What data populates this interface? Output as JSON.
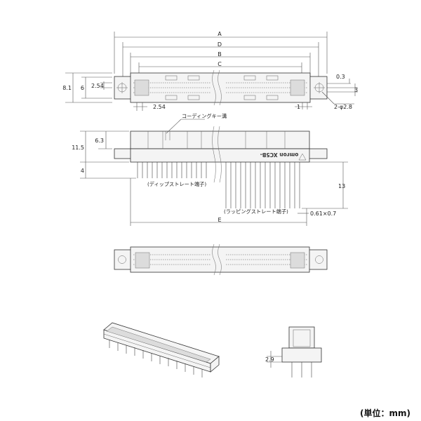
{
  "dims": {
    "A": "A",
    "D": "D",
    "B": "B",
    "C": "C",
    "E": "E",
    "d8_1": "8.1",
    "d6": "6",
    "d2_54_left": "2.54",
    "d2_54_bottom": "2.54",
    "d0_3": "0.3",
    "d3": "3",
    "d1": "1",
    "hole": "2-φ2.8",
    "d6_3": "6.3",
    "d11_5": "11.5",
    "d4": "4",
    "d13": "13",
    "pin_section": "0.61×0.7",
    "d2_9": "2.9"
  },
  "notes": {
    "coding_key": "コーディングキー溝",
    "dip_terminal": "(ディップストレート端子)",
    "wrapping_terminal": "(ラッピングストレート端子)"
  },
  "marking": "omron XC5B-",
  "unit": "(単位：mm)"
}
